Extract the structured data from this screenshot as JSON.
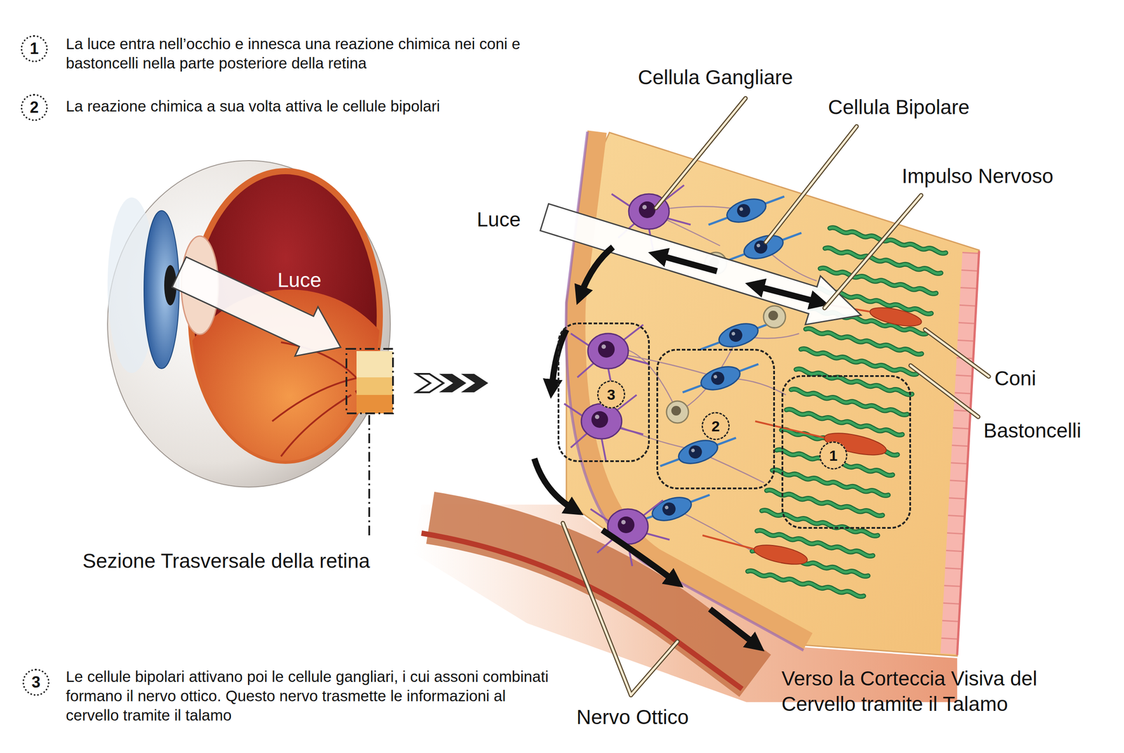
{
  "diagram": {
    "nodes": [
      {
        "text": [
          "1"
        ]
      },
      {
        "text": [
          "2"
        ]
      },
      {
        "text": [
          "3"
        ]
      },
      {
        "text": [
          "1"
        ]
      },
      {
        "text": [
          "2"
        ]
      },
      {
        "text": [
          "3"
        ]
      }
    ],
    "labels": [
      "La luce entra nell’occhio e innesca una reazione chimica nei coni e bastoncelli nella parte posteriore della retina",
      "La reazione chimica a sua volta attiva le cellule bipolari",
      "Cellula Gangliare",
      "Cellula Bipolare",
      "Impulso Nervoso",
      "Luce",
      "Luce",
      "Coni",
      "Bastoncelli",
      "Sezione Trasversale della retina",
      "Le cellule bipolari attivano poi le cellule gangliari, i cui assoni combinati formano il nervo ottico. Questo nervo trasmette le informazioni al cervello tramite il talamo",
      "Nervo Ottico",
      "Verso la Corteccia Visiva del Cervello tramite il Talamo"
    ]
  }
}
